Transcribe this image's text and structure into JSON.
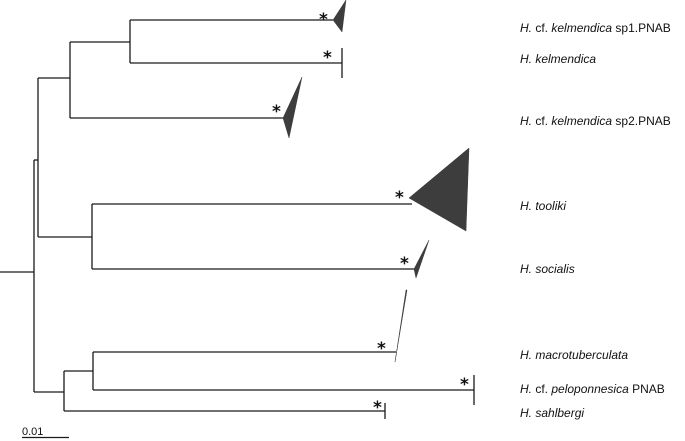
{
  "taxa": [
    {
      "id": "kelm_sp1",
      "genus": "H.",
      "qualifier": "cf.",
      "species": "kelmendica",
      "suffix": "sp1.PNAB"
    },
    {
      "id": "kelm",
      "genus": "H.",
      "qualifier": "",
      "species": "kelmendica",
      "suffix": ""
    },
    {
      "id": "kelm_sp2",
      "genus": "H.",
      "qualifier": "cf.",
      "species": "kelmendica",
      "suffix": "sp2.PNAB"
    },
    {
      "id": "tooliki",
      "genus": "H.",
      "qualifier": "",
      "species": "tooliki",
      "suffix": ""
    },
    {
      "id": "socialis",
      "genus": "H.",
      "qualifier": "",
      "species": "socialis",
      "suffix": ""
    },
    {
      "id": "macro",
      "genus": "H.",
      "qualifier": "",
      "species": "macrotuberculata",
      "suffix": ""
    },
    {
      "id": "pelop",
      "genus": "H.",
      "qualifier": "cf.",
      "species": "peloponnesica",
      "suffix": "PNAB"
    },
    {
      "id": "sahl",
      "genus": "H.",
      "qualifier": "",
      "species": "sahlbergi",
      "suffix": ""
    }
  ],
  "support_marker": "*",
  "scale_bar": {
    "label": "0.01"
  }
}
